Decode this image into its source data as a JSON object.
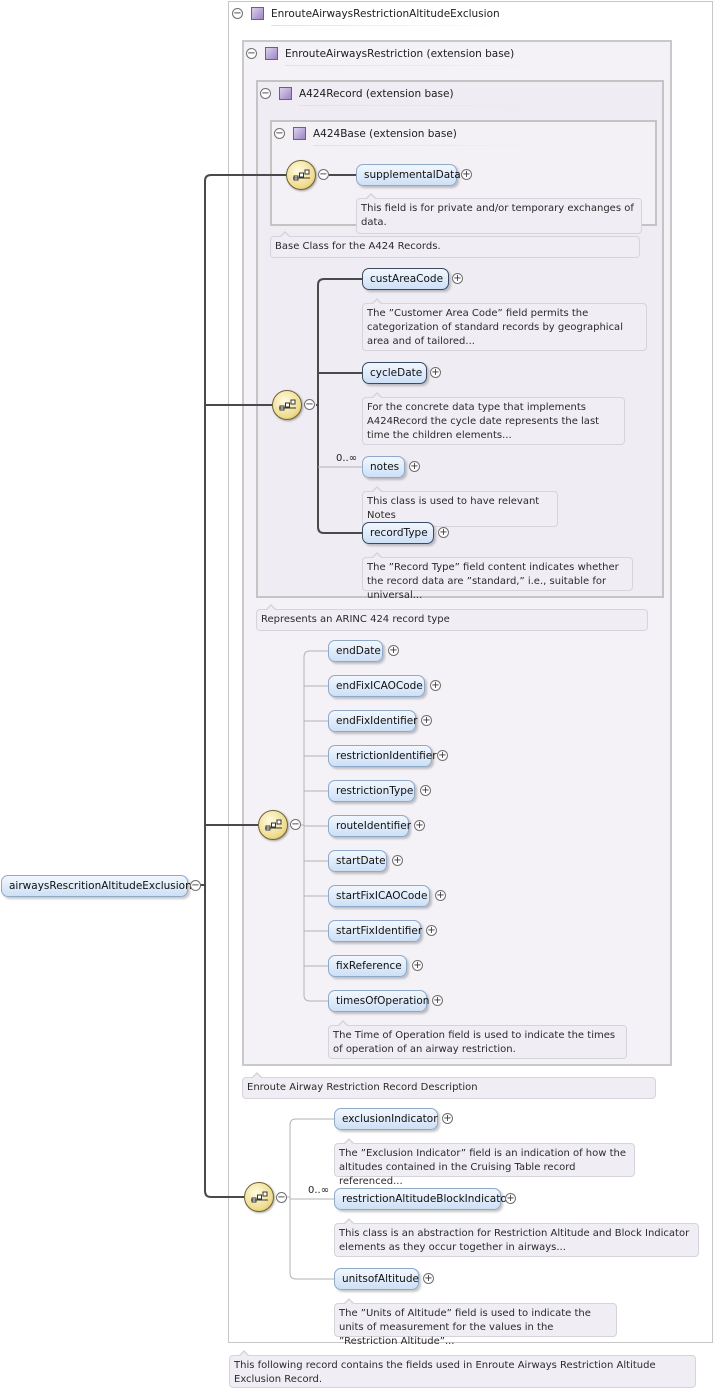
{
  "root": {
    "label": "airwaysRescritionAltitudeExclusion",
    "doc": "This following record contains the fields used in Enroute Airways Restriction Altitude Exclusion Record."
  },
  "type_box": {
    "title": "EnrouteAirwaysRestrictionAltitudeExclusion"
  },
  "level2": {
    "title": "EnrouteAirwaysRestriction (extension base)",
    "doc": "Enroute Airway Restriction Record Description"
  },
  "level3": {
    "title": "A424Record (extension base)",
    "doc": "Represents an ARINC 424 record type"
  },
  "level4": {
    "title": "A424Base (extension base)",
    "doc": "Base Class for the A424 Records.",
    "supplementalData": {
      "label": "supplementalData",
      "doc": "This field is for private and/or temporary exchanges of data."
    }
  },
  "record_fields": {
    "custAreaCode": {
      "label": "custAreaCode",
      "doc": "The ”Customer Area Code” field permits the categorization of standard records by geographical area and of tailored..."
    },
    "cycleDate": {
      "label": "cycleDate",
      "doc": "For the concrete data type that implements A424Record the cycle date represents the last time the children elements..."
    },
    "notes": {
      "label": "notes",
      "multiplicity": "0..∞",
      "doc": "This class is used to have relevant Notes"
    },
    "recordType": {
      "label": "recordType",
      "doc": "The ”Record Type” field content indicates whether the record data are ”standard,” i.e., suitable for universal..."
    }
  },
  "restriction_fields": {
    "endDate": "endDate",
    "endFixICAOCode": "endFixICAOCode",
    "endFixIdentifier": "endFixIdentifier",
    "restrictionIdentifier": "restrictionIdentifier",
    "restrictionType": "restrictionType",
    "routeIdentifier": "routeIdentifier",
    "startDate": "startDate",
    "startFixICAOCode": "startFixICAOCode",
    "startFixIdentifier": "startFixIdentifier",
    "fixReference": "fixReference",
    "timesOfOperation": "timesOfOperation",
    "timesOfOperation_doc": "The Time of Operation field is used to indicate the times of operation of an airway restriction."
  },
  "exclusion_fields": {
    "exclusionIndicator": {
      "label": "exclusionIndicator",
      "doc": "The ”Exclusion Indicator” field is an indication of how the altitudes contained in the Cruising Table record referenced..."
    },
    "restrictionAltitudeBlockIndicator": {
      "label": "restrictionAltitudeBlockIndicator",
      "multiplicity": "0..∞",
      "doc": "This class is an abstraction for Restriction Altitude and Block Indicator elements as they occur together in airways..."
    },
    "unitsofAltitude": {
      "label": "unitsofAltitude",
      "doc": "The ”Units of Altitude” field is used to indicate the units of measurement for the values in the ”Restriction Altitude”..."
    }
  },
  "symbols": {
    "collapse": "−",
    "expand": "+"
  },
  "colors": {
    "element_fill": "#cde0f6",
    "sequence_fill": "#efdc8f",
    "type_icon": "#9d84c4",
    "annotation_fill": "#f0eef4"
  }
}
